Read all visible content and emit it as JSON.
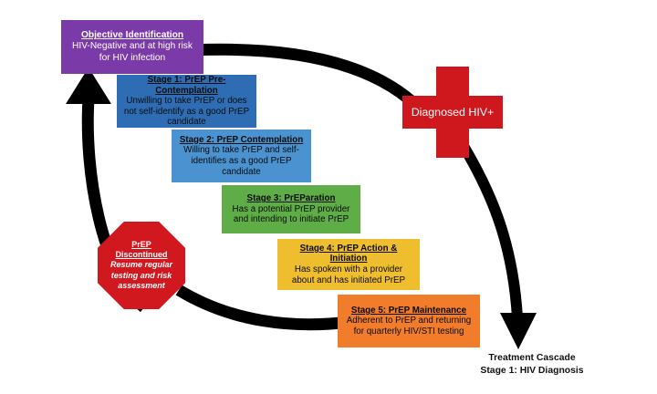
{
  "diagram": {
    "title_caption": {
      "line1": "Treatment Cascade",
      "line2": "Stage 1: HIV Diagnosis"
    },
    "objective": {
      "title": "Objective Identification",
      "description": "HIV-Negative and at high risk for HIV infection",
      "color": "#7A3BA8"
    },
    "stages": [
      {
        "title": "Stage 1: PrEP Pre-Contemplation",
        "description": "Unwilling to take PrEP or does not self-identify as a good PrEP candidate",
        "color": "#2E6DB4"
      },
      {
        "title": "Stage 2: PrEP Contemplation",
        "description": "Willing to take PrEP and self-identifies as a good PrEP candidate",
        "color": "#4A92D0"
      },
      {
        "title": "Stage 3: PrEParation",
        "description": "Has a potential PrEP provider and intending to initiate PrEP",
        "color": "#5FAD46"
      },
      {
        "title": "Stage 4: PrEP Action & Initiation",
        "description": "Has spoken with a provider about and has initiated PrEP",
        "color": "#EFBE2E"
      },
      {
        "title": "Stage 5: PrEP Maintenance",
        "description": "Adherent to PrEP and returning for quarterly HIV/STI testing",
        "color": "#F07C2C"
      }
    ],
    "discontinued": {
      "title_line1": "PrEP",
      "title_line2": "Discontinued",
      "description": "Resume regular testing and risk assessment",
      "color": "#D2181F"
    },
    "diagnosed": {
      "label": "Diagnosed HIV+",
      "color": "#CE181E"
    },
    "arrow_color": "#000000"
  }
}
